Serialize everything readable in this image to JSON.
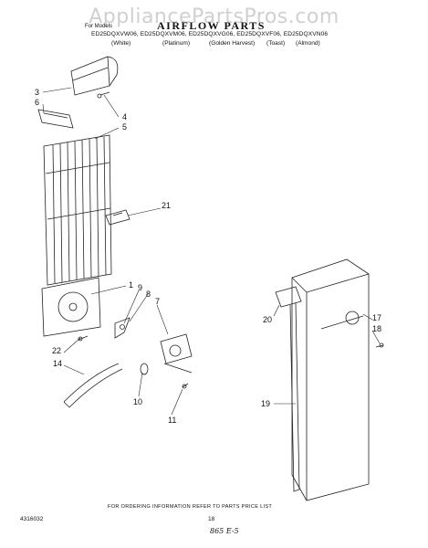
{
  "watermark": "AppliancePartsPros.com",
  "header": {
    "for_models": "For Models",
    "title": "AIRFLOW PARTS",
    "models": "ED25DQXVW06, ED25DQXVM06, ED25DQXVG06, ED25DQXVF06, ED25DQXVN06",
    "colors": [
      "(White)",
      "(Platinum)",
      "(Golden Harvest)",
      "(Toast)",
      "(Almond)"
    ]
  },
  "callouts": {
    "n1": "1",
    "n3": "3",
    "n4": "4",
    "n5": "5",
    "n6": "6",
    "n7": "7",
    "n8": "8",
    "n9": "9",
    "n10": "10",
    "n11": "11",
    "n14": "14",
    "n17": "17",
    "n18": "18",
    "n19": "19",
    "n20": "20",
    "n21": "21",
    "n22": "22"
  },
  "footer": {
    "note": "FOR ORDERING INFORMATION REFER TO PARTS PRICE LIST",
    "doc_number": "4316032",
    "page_number": "18",
    "handwritten": "865 E-5"
  }
}
